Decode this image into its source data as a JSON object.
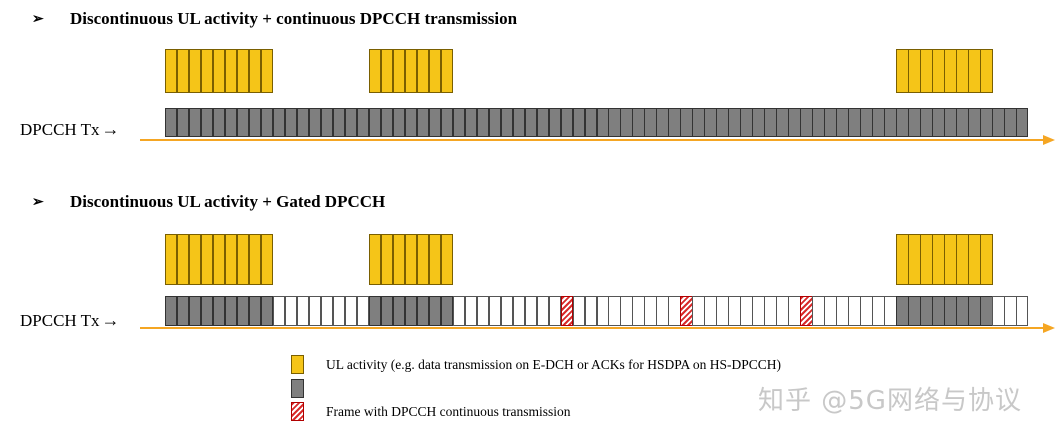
{
  "section1": {
    "bullet": "➢",
    "heading": "Discontinuous UL activity + continuous DPCCH transmission",
    "row_label": "DPCCH Tx",
    "arrow": "→"
  },
  "section2": {
    "bullet": "➢",
    "heading": "Discontinuous UL activity + Gated DPCCH",
    "row_label": "DPCCH Tx",
    "arrow": "→"
  },
  "diagram": {
    "total_slots": 72,
    "activity_bursts": [
      {
        "start": 0,
        "count": 9
      },
      {
        "start": 17,
        "count": 7
      },
      {
        "start": 61,
        "count": 8
      }
    ],
    "gated_dpcch_on": [
      {
        "start": 0,
        "count": 9
      },
      {
        "start": 17,
        "count": 7
      },
      {
        "start": 61,
        "count": 8
      }
    ],
    "continuous_frames": [
      33,
      43,
      53
    ],
    "colors": {
      "ul_activity": "#F5C518",
      "dpcch": "#7f7f7f",
      "continuous_frame": "#d92b2b",
      "timeline": "#F5A623"
    }
  },
  "legend": [
    {
      "type": "act",
      "text": "UL activity (e.g. data transmission on E-DCH or ACKs for HSDPA on HS-DPCCH)"
    },
    {
      "type": "dp",
      "text": ""
    },
    {
      "type": "hatch",
      "text": "Frame with DPCCH continuous transmission"
    }
  ],
  "watermark": "知乎 @5G网络与协议"
}
